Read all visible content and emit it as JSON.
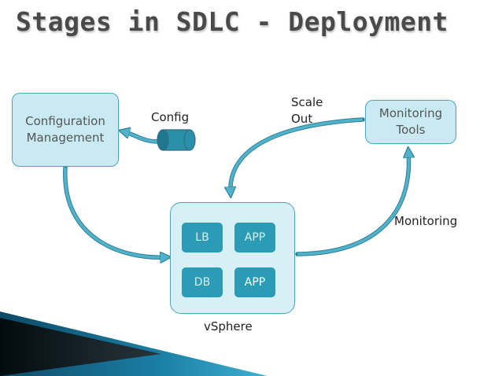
{
  "slide": {
    "title": "Stages in SDLC - Deployment"
  },
  "nodes": {
    "config_mgmt": "Configuration\nManagement",
    "monitoring_tools": "Monitoring\nTools",
    "config_label": "Config",
    "vsphere_label": "vSphere"
  },
  "tiles": {
    "lb": "LB",
    "app_top": "APP",
    "db": "DB",
    "app_bottom": "APP"
  },
  "edges": {
    "scale_out": "Scale\nOut",
    "monitoring": "Monitoring"
  },
  "colors": {
    "node_fill": "#c9eaf2",
    "node_border": "#4aa6bf",
    "arrow": "#4fb3cc",
    "tile": "#2a9cb6",
    "cylinder": "#2a8fa8"
  }
}
